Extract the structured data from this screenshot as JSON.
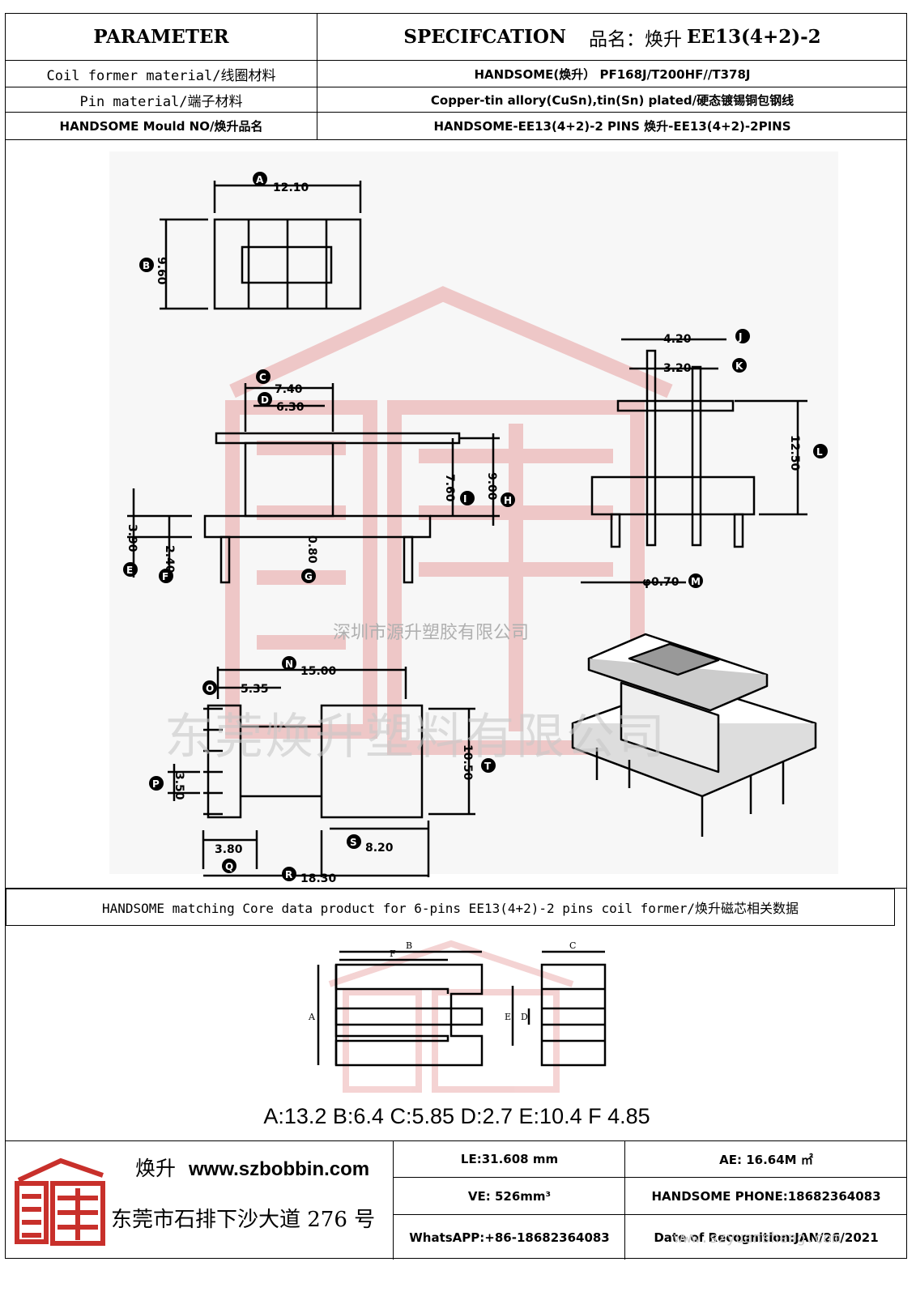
{
  "header": {
    "parameter_label": "PARAMETER",
    "spec_label": "SPECIFCATION",
    "product_name_label": "品名：焕升",
    "product_name_value": "EE13(4+2)-2"
  },
  "spec_rows": [
    {
      "label": "Coil former material/线圈材料",
      "value": "HANDSOME(焕升）  PF168J/T200HF//T378J"
    },
    {
      "label": "Pin material/端子材料",
      "value": "Copper-tin allory(CuSn),tin(Sn) plated/硬态镀锡铜包钢线"
    },
    {
      "label": "HANDSOME Mould NO/焕升品名",
      "value": "HANDSOME-EE13(4+2)-2 PINS    焕升-EE13(4+2)-2PINS"
    }
  ],
  "drawing": {
    "top_view": {
      "A": "12.10",
      "B": "9.60"
    },
    "front_view": {
      "C": "7.40",
      "D": "6.30",
      "I": "7.60",
      "H": "9.00",
      "E": "3.90",
      "F": "2.40",
      "G": "0.80"
    },
    "side_view": {
      "J": "4.20",
      "K": "3.20",
      "L": "12.50",
      "M": "φ0.70"
    },
    "bottom_view": {
      "N": "15.00",
      "O": "5.35",
      "T": "10.50",
      "P": "3.50",
      "Q": "3.80",
      "S": "8.20",
      "R": "18.30"
    },
    "letters": [
      "A",
      "B",
      "C",
      "D",
      "E",
      "F",
      "G",
      "H",
      "I",
      "J",
      "K",
      "L",
      "M",
      "N",
      "O",
      "P",
      "Q",
      "R",
      "S",
      "T"
    ]
  },
  "watermark": {
    "company_cn_small": "深圳市源升塑胶有限公司",
    "company_cn_large": "东莞焕升塑料有限公司",
    "site": "www.szyuansheng.com"
  },
  "core": {
    "title": "HANDSOME matching Core data  product for 6-pins EE13(4+2)-2 pins coil former/焕升磁芯相关数据",
    "labels": [
      "A",
      "B",
      "C",
      "D",
      "E",
      "F"
    ],
    "values_text": "A:13.2 B:6.4 C:5.85 D:2.7 E:10.4 F 4.85"
  },
  "footer": {
    "brand_cn": "焕升",
    "website": "www.szbobbin.com",
    "address": "东莞市石排下沙大道 276 号",
    "le": "LE:31.608 mm",
    "ae": "AE: 16.64M ㎡",
    "ve": "VE: 526mm³",
    "phone": "HANDSOME PHONE:18682364083",
    "whatsapp": "WhatsAPP:+86-18682364083",
    "date": "Date of Recognition:JAN/26/2021"
  },
  "colors": {
    "line": "#000000",
    "watermark": "#e8a0a0",
    "logo": "#c8302b",
    "drawing_bg": "#f7f7f7"
  }
}
